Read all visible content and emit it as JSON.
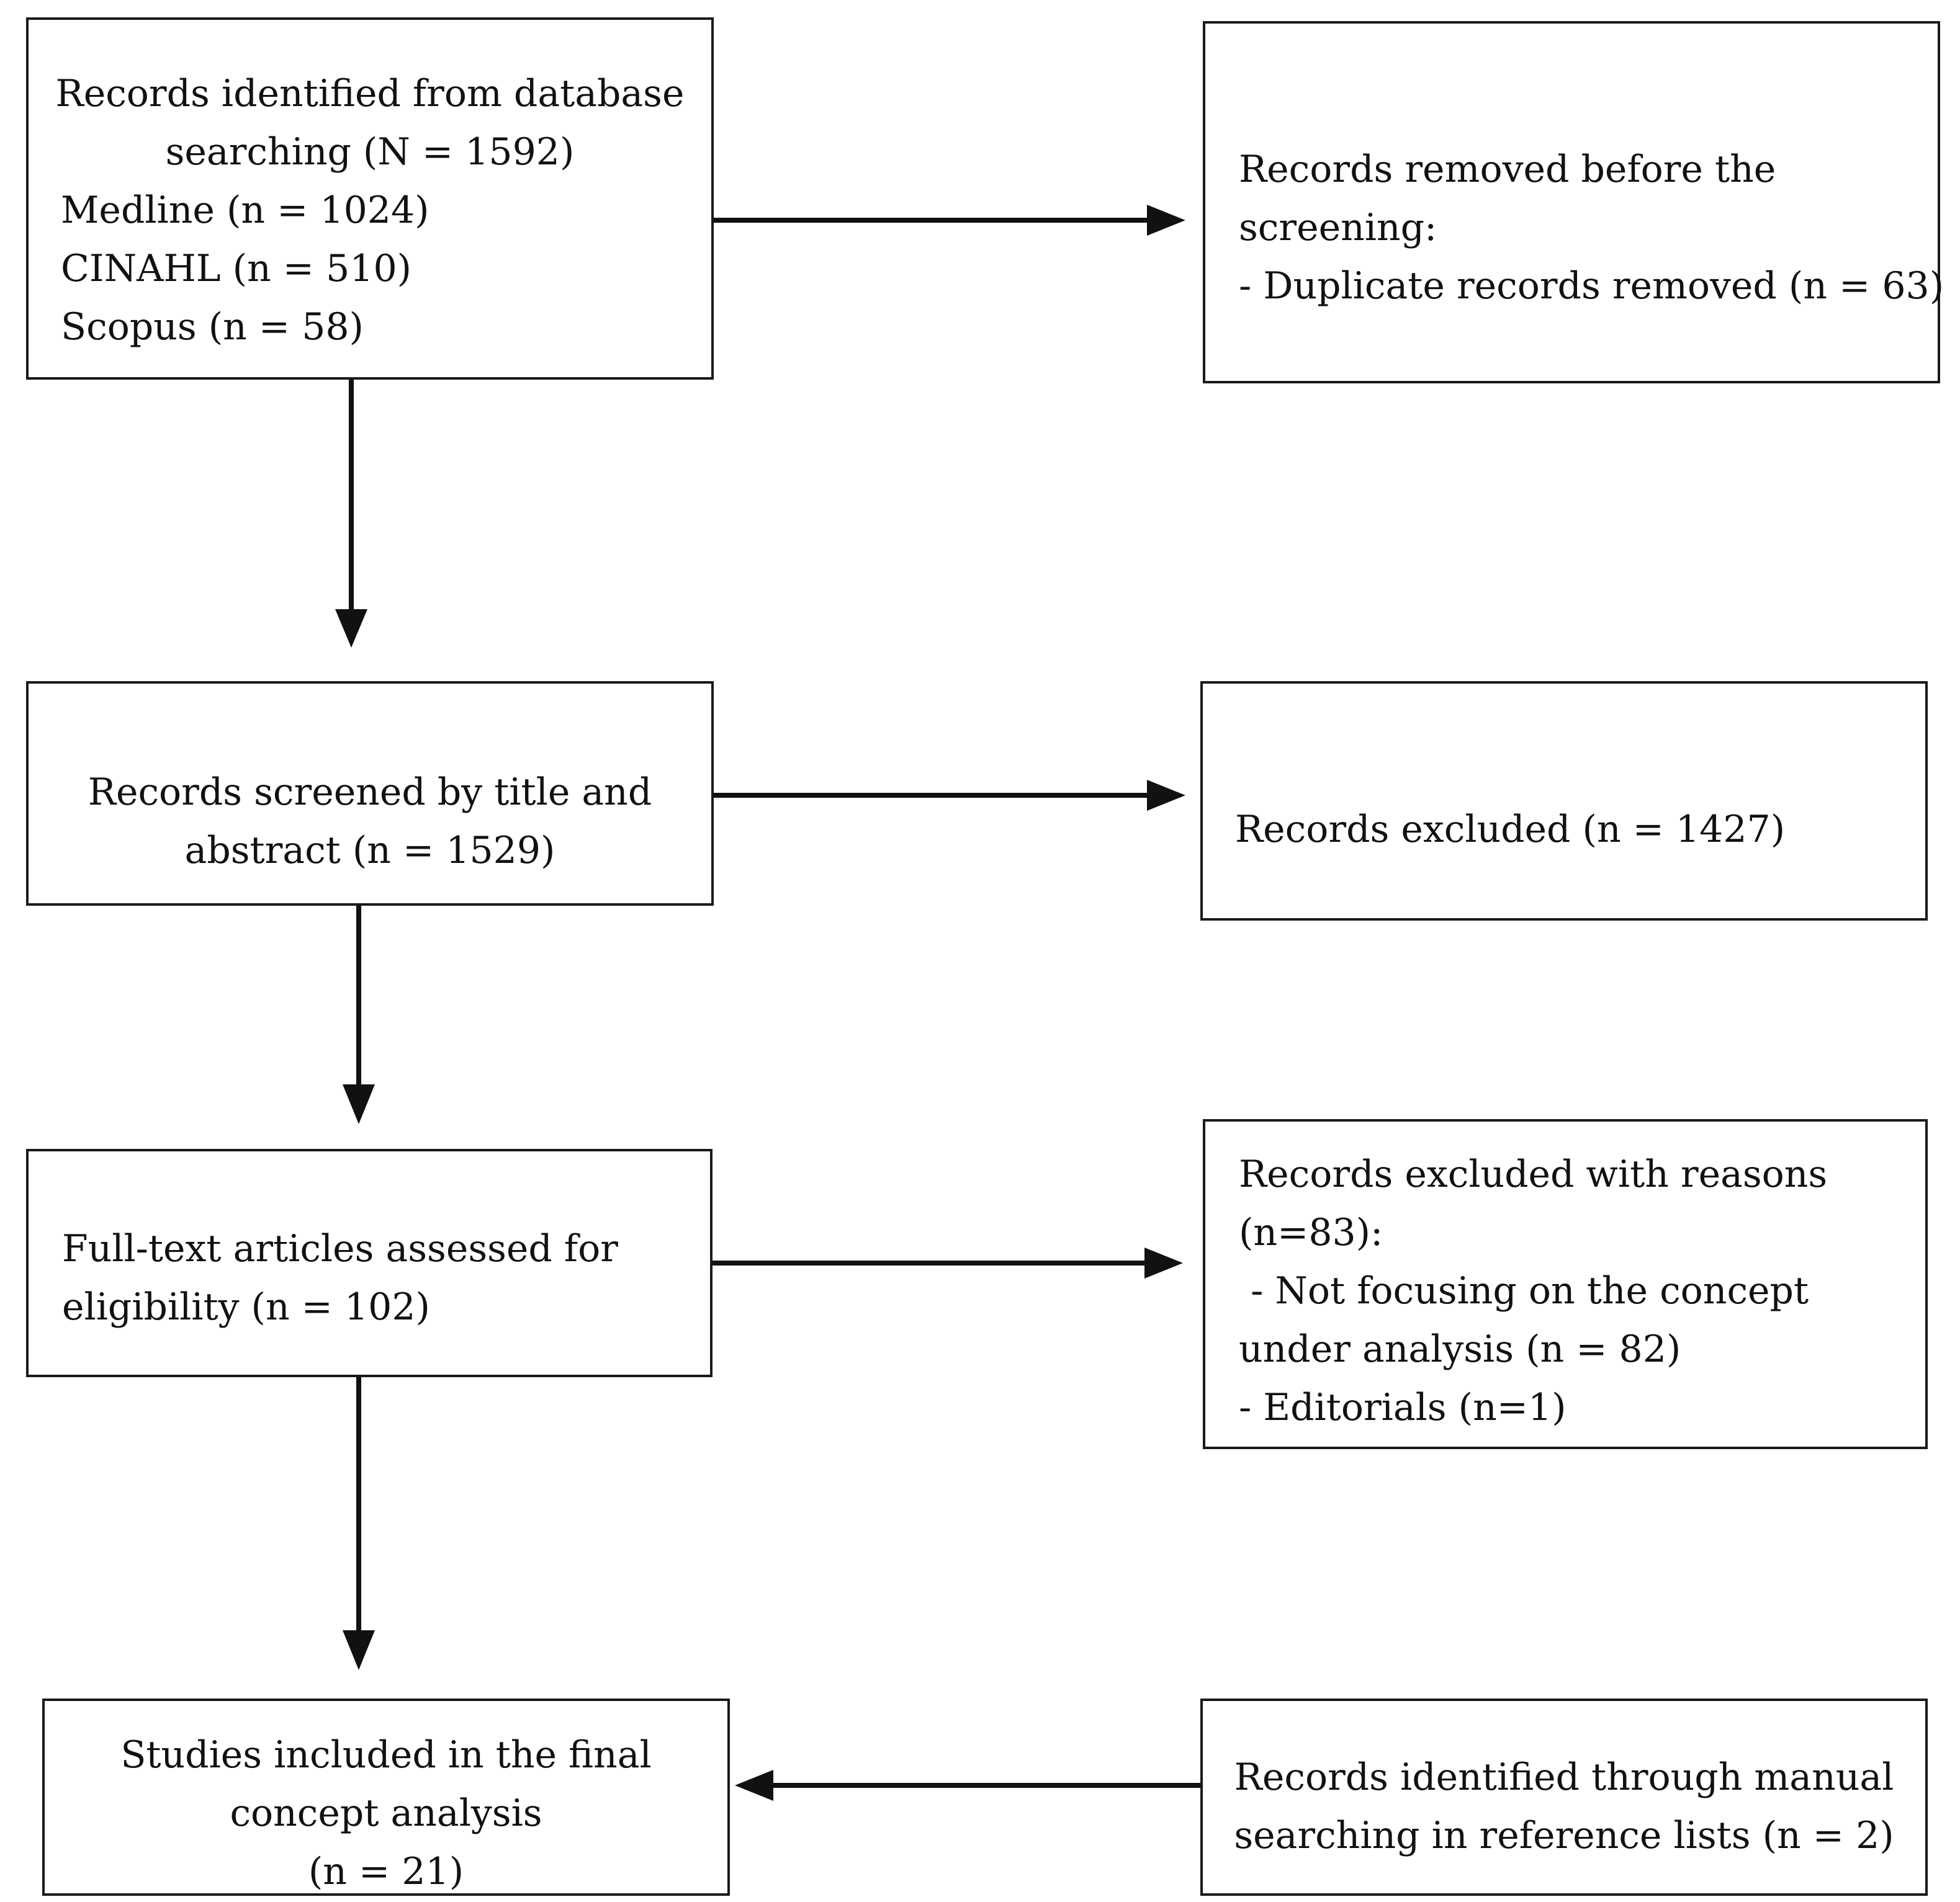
{
  "boxes": {
    "identified": {
      "lines": [
        "Records identified from database",
        "searching (N = 1592)",
        "Medline (n = 1024)",
        "CINAHL (n = 510)",
        "Scopus (n = 58)"
      ]
    },
    "removed": {
      "lines": [
        "Records removed before the",
        "screening:",
        "- Duplicate records removed (n = 63)"
      ]
    },
    "screened": {
      "lines": [
        "Records screened by title and",
        "abstract (n = 1529)"
      ]
    },
    "excluded": {
      "lines": [
        "Records excluded (n = 1427)"
      ]
    },
    "fulltext": {
      "lines": [
        "Full-text articles assessed for",
        "eligibility (n = 102)"
      ]
    },
    "excluded_reasons": {
      "lines": [
        "Records excluded with reasons",
        "(n=83):",
        " - Not focusing on the concept",
        "under analysis (n = 82)",
        "- Editorials (n=1)"
      ]
    },
    "included": {
      "lines": [
        "Studies included in the final",
        "concept analysis",
        "(n = 21)"
      ]
    },
    "manual": {
      "lines": [
        "Records identified through manual",
        "searching in reference lists (n = 2)"
      ]
    }
  }
}
